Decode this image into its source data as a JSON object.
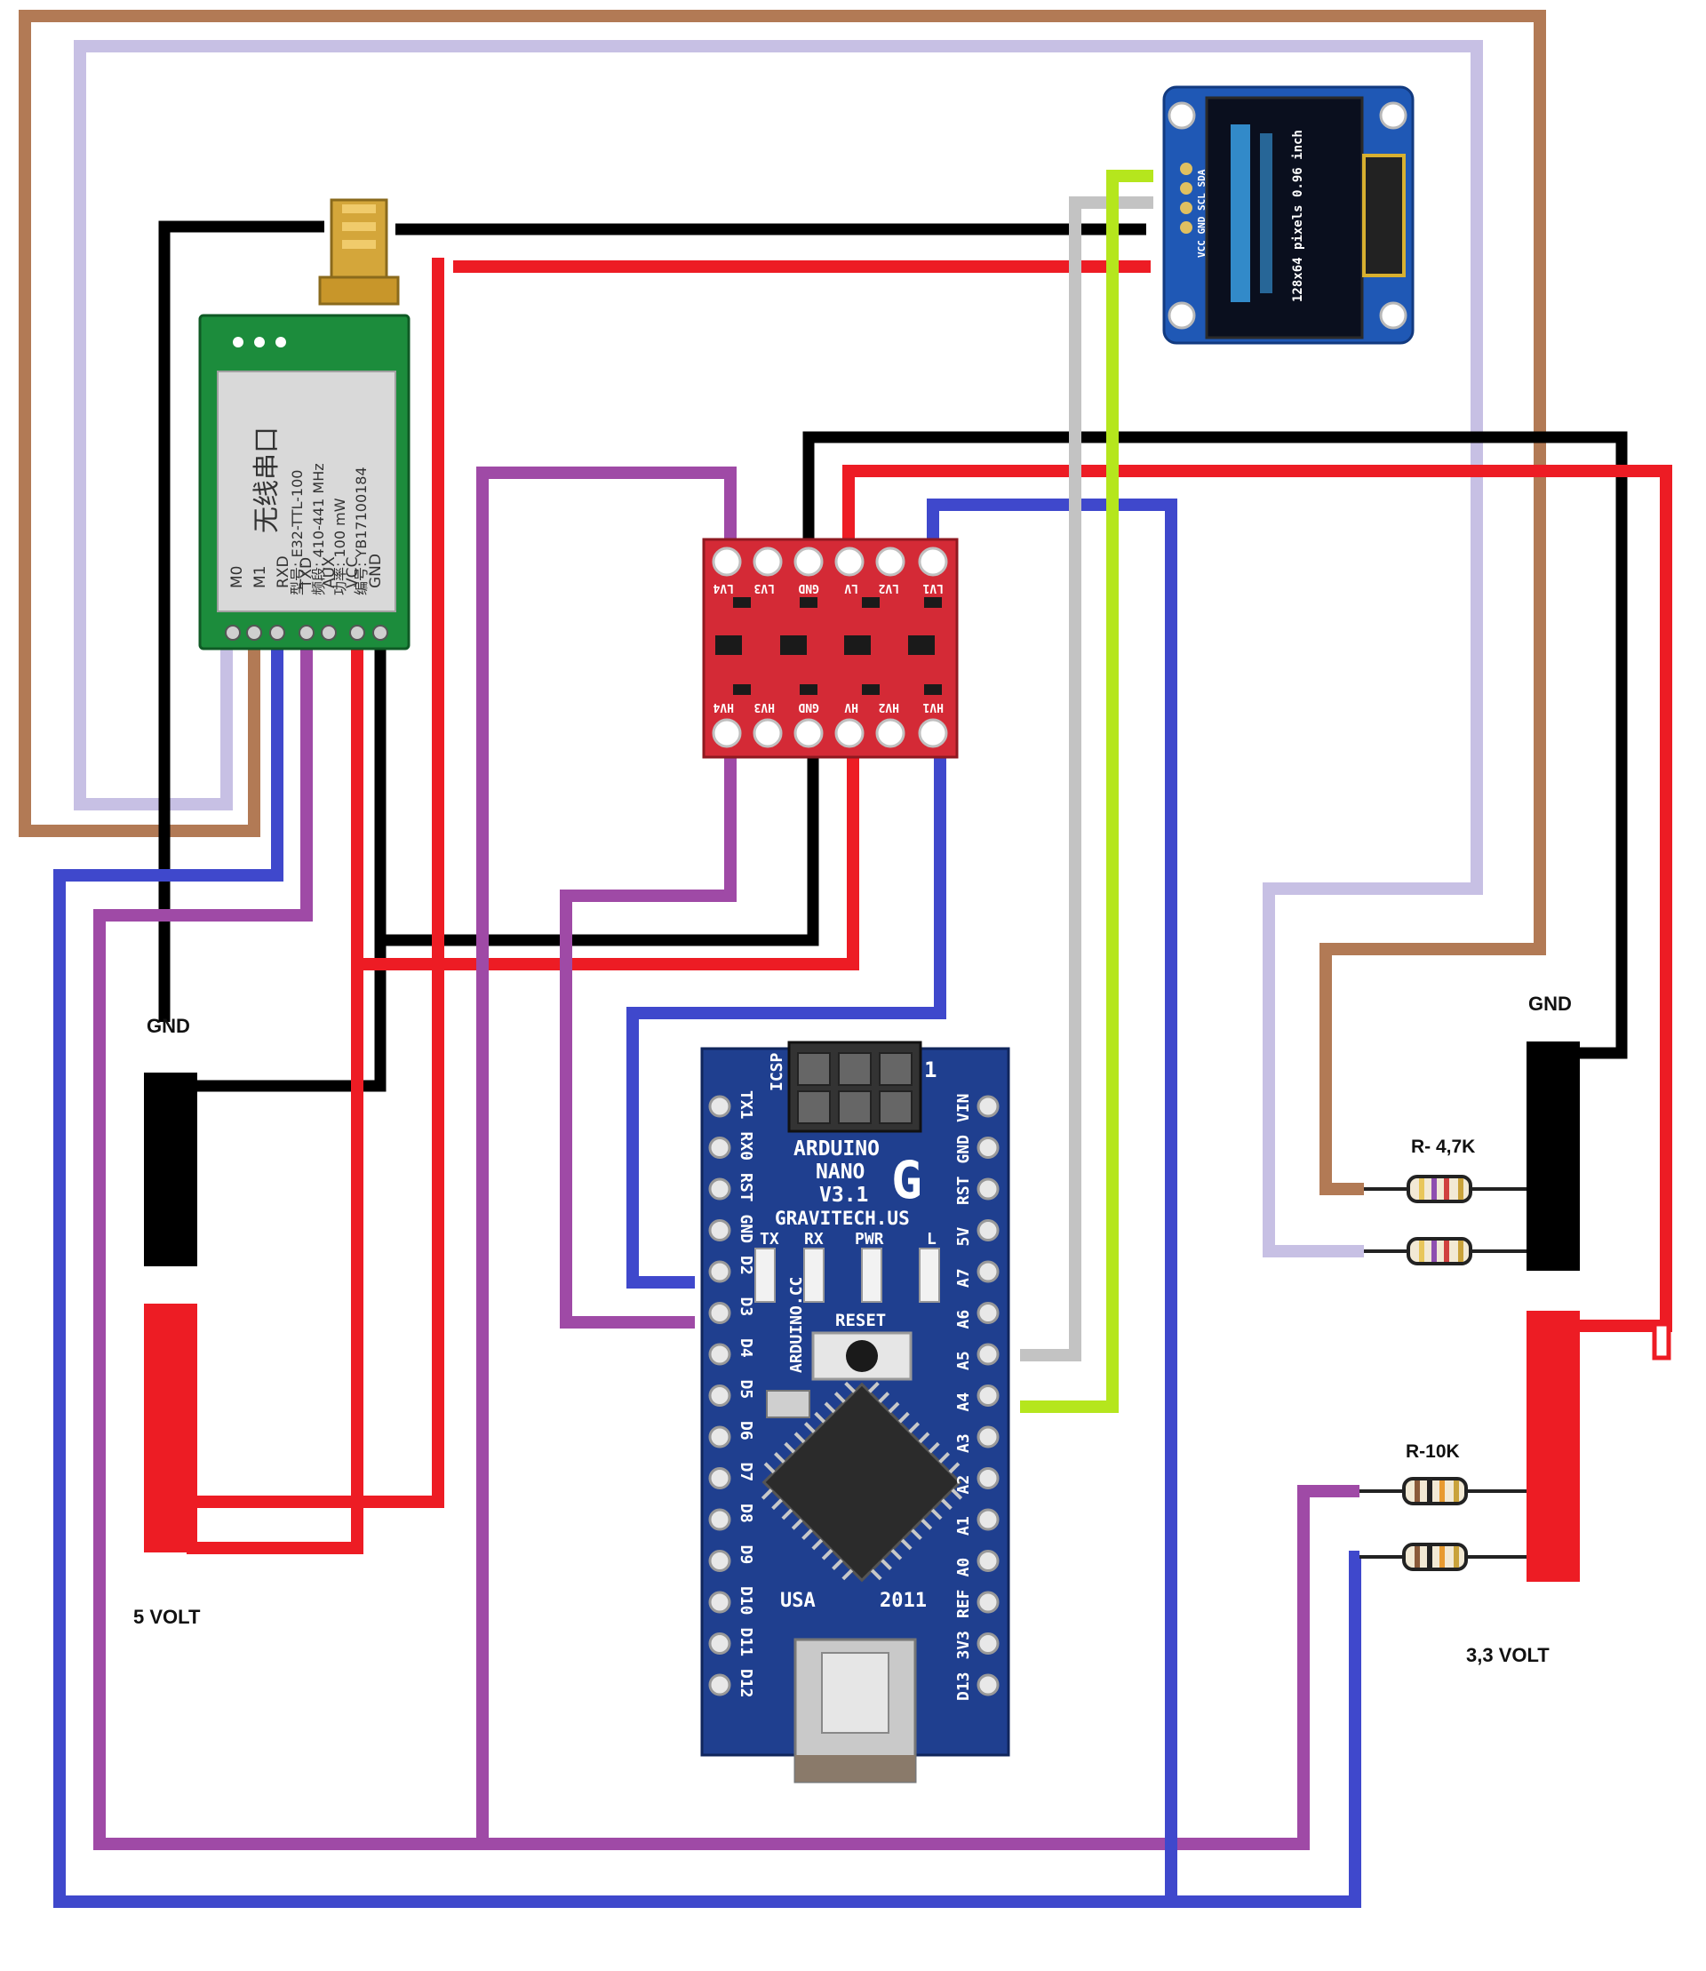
{
  "labels": {
    "gnd_left": "GND",
    "gnd_right": "GND",
    "volt5": "5 VOLT",
    "volt33": "3,3 VOLT",
    "r47k": "R- 4,7K",
    "r10k": "R-10K"
  },
  "lora": {
    "title": "无线串口",
    "model": "型号: E32-TTL-100",
    "band": "频段: 410-441 MHz",
    "power": "功率: 100 mW",
    "serial": "编号: YB17100184",
    "pins": [
      "M0",
      "M1",
      "RXD",
      "TXD",
      "AUX",
      "VCC",
      "GND"
    ]
  },
  "oled": {
    "pins": "VCC GND SCL SDA",
    "line1": "128x64 pixels 0.96 inch"
  },
  "level_shifter": {
    "top_pins": [
      "LV4",
      "LV3",
      "GND",
      "LV",
      "LV2",
      "LV1"
    ],
    "bottom_pins": [
      "HV4",
      "HV3",
      "GND",
      "HV",
      "HV2",
      "HV1"
    ]
  },
  "arduino": {
    "icsp": "ICSP",
    "one": "1",
    "name1": "ARDUINO",
    "name2": "NANO",
    "name3": "V3.1",
    "vendor": "GRAVITECH.US",
    "leds": [
      "TX",
      "RX",
      "PWR",
      "L"
    ],
    "reset": "RESET",
    "cc": "ARDUINO.CC",
    "usa": "USA",
    "year": "2011",
    "left_pins": [
      "TX1",
      "RX0",
      "RST",
      "GND",
      "D2",
      "D3",
      "D4",
      "D5",
      "D6",
      "D7",
      "D8",
      "D9",
      "D10",
      "D11",
      "D12"
    ],
    "right_pins": [
      "VIN",
      "GND",
      "RST",
      "5V",
      "A7",
      "A6",
      "A5",
      "A4",
      "A3",
      "A2",
      "A1",
      "A0",
      "REF",
      "3V3",
      "D13"
    ]
  },
  "colors": {
    "brown": "#b27a55",
    "lavender": "#c7c0e4",
    "black": "#000000",
    "red": "#ed1c24",
    "purple": "#9f4aa6",
    "blue": "#3f48cc",
    "grey": "#c3c3c3",
    "lime": "#b5e61d",
    "pcb_blue": "#1f3f8f",
    "pcb_green": "#1c8c3c",
    "pcb_red": "#d42a36"
  }
}
